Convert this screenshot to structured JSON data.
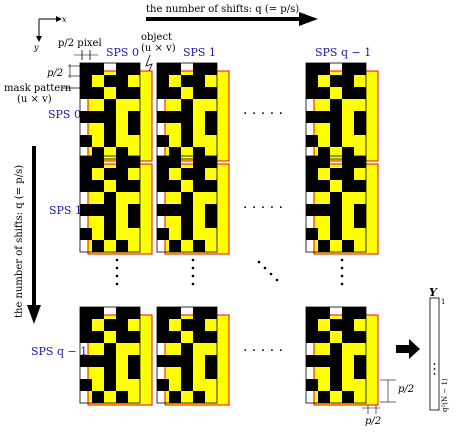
{
  "axes": {
    "x": "x",
    "y": "y"
  },
  "top_arrow_label": "the number of shifts: q (= p/s)",
  "left_arrow_label": "the number of shifts: q (= p/s)",
  "col_labels": [
    "SPS 0",
    "SPS 1",
    "SPS q − 1"
  ],
  "row_labels": [
    "SPS 0",
    "SPS 1",
    "SPS q − 1"
  ],
  "annotations": {
    "half_pixel": "p/2 pixel",
    "half_p_left": "p/2",
    "object_label": "object",
    "object_size": "(u × v)",
    "mask_label": "mask pattern",
    "mask_size": "(u × v)",
    "half_p_right": "p/2",
    "half_p_bottom": "p/2"
  },
  "ellipsis": "· · · · ·",
  "output_vector": {
    "label": "Y",
    "top_index": "1",
    "bottom_index": "q²(N − 1)"
  },
  "mask_pattern": [
    [
      1,
      1,
      0,
      1,
      1
    ],
    [
      1,
      0,
      1,
      1,
      0
    ],
    [
      1,
      1,
      0,
      1,
      1
    ],
    [
      0,
      0,
      1,
      0,
      0
    ],
    [
      1,
      1,
      1,
      0,
      1
    ],
    [
      0,
      0,
      1,
      0,
      1
    ],
    [
      1,
      0,
      1,
      0,
      0
    ],
    [
      0,
      1,
      0,
      1,
      0
    ]
  ],
  "colors": {
    "object_fill": "#ffff00",
    "object_border": "#ff0000",
    "mask": "#000000"
  }
}
